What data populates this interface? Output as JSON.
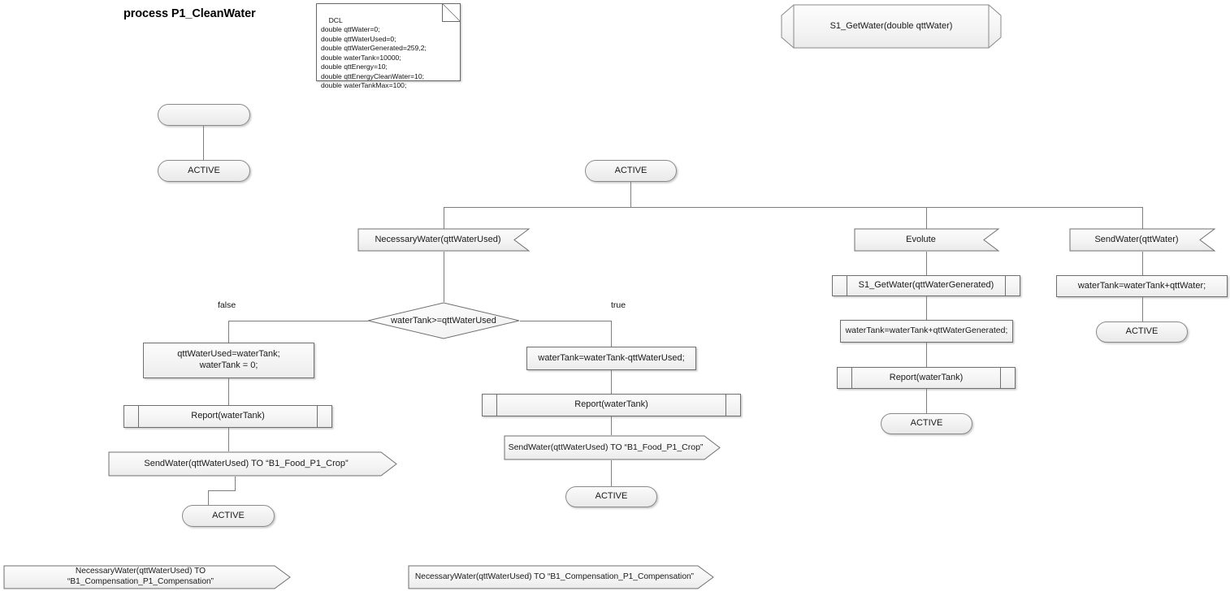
{
  "diagram": {
    "title": "process P1_CleanWater",
    "type": "sdl-process-diagram"
  },
  "dcl_note": {
    "header": "DCL",
    "text": "DCL\ndouble qttWater=0;\ndouble qttWaterUsed=0;\ndouble qttWaterGenerated=259,2;\ndouble waterTank=10000;\ndouble qttEnergy=10;\ndouble qttEnergyCleanWater=10;\ndouble waterTankMax=100;"
  },
  "procedure_decl": {
    "label": "S1_GetWater(double qttWater)"
  },
  "start_branch": {
    "start_state": "",
    "active_state": "ACTIVE"
  },
  "main": {
    "active_state": "ACTIVE"
  },
  "branch_necessary_water": {
    "input_signal": "NecessaryWater(qttWaterUsed)",
    "decision": "waterTank>=qttWaterUsed",
    "label_false": "false",
    "label_true": "true",
    "false_path": {
      "task": "qttWaterUsed=waterTank;\nwaterTank = 0;",
      "proc_call": "Report(waterTank)",
      "output_signal": "SendWater(qttWaterUsed) TO “B1_Food_P1_Crop”",
      "end_state": "ACTIVE"
    },
    "true_path": {
      "task": "waterTank=waterTank-qttWaterUsed;",
      "proc_call": "Report(waterTank)",
      "output_signal": "SendWater(qttWaterUsed) TO “B1_Food_P1_Crop”",
      "end_state": "ACTIVE"
    }
  },
  "branch_evolute": {
    "input_signal": "Evolute",
    "proc_call_get_water": "S1_GetWater(qttWaterGenerated)",
    "task": "waterTank=waterTank+qttWaterGenerated;",
    "proc_call_report": "Report(waterTank)",
    "end_state": "ACTIVE"
  },
  "branch_send_water": {
    "input_signal": "SendWater(qttWater)",
    "task": "waterTank=waterTank+qttWater;",
    "end_state": "ACTIVE"
  },
  "detached_signals": [
    {
      "label": "NecessaryWater(qttWaterUsed) TO “B1_Compensation_P1_Compensation”"
    },
    {
      "label": "NecessaryWater(qttWaterUsed) TO “B1_Compensation_P1_Compensation”"
    }
  ],
  "colors": {
    "shape_stroke": "#6f6f6f",
    "state_stroke": "#8a8a8a",
    "connector": "#7d7d7d",
    "fill_top": "#fcfcfc",
    "fill_bottom": "#eaeaea",
    "text": "#1a1a1a"
  }
}
